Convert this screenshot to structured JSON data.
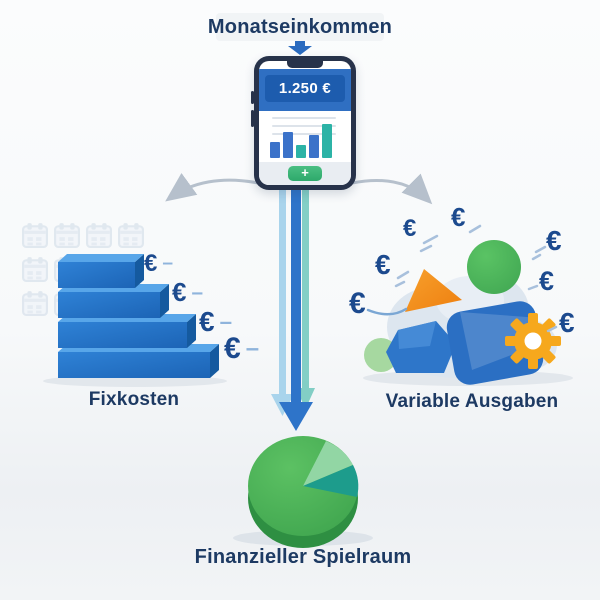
{
  "title": "Monatseinkommen",
  "phone": {
    "amount": "1.250 €",
    "add_button": "+"
  },
  "fixkosten": {
    "label": "Fixkosten",
    "euro": "€",
    "dash": "–"
  },
  "variable": {
    "label": "Variable Ausgaben",
    "euro": "€"
  },
  "spielraum": {
    "label": "Finanzieller Spielraum"
  },
  "colors": {
    "navy_text": "#1d3a63",
    "euro_blue": "#1c4a8e",
    "bar_blue": "#2470c4",
    "bar_top": "#58a6e9",
    "bar_side": "#155a9f",
    "arrow_dark_blue": "#2e74c9",
    "arrow_light_blue": "#a9d4ec",
    "arrow_teal": "#7cccc3",
    "curved_arrow_gray": "#b6c0cc",
    "phone_frame": "#27324a",
    "phone_header": "#2f6fc2",
    "amount_banner": "#1d5cae",
    "plus_green": "#3cb878",
    "pie_green": "#43a84e",
    "pie_mint": "#92d6a4",
    "pie_teal": "#1d9c8c",
    "triangle_orange": "#f08c1e",
    "gear_yellow": "#f6a81d",
    "green_circle": "#4cb45c",
    "cloud_gray": "#dde6ef"
  },
  "chart_data": [
    {
      "type": "pie",
      "title": "Finanzieller Spielraum",
      "slices": [
        {
          "label": "",
          "value": 74,
          "color": "#43a84e"
        },
        {
          "label": "",
          "value": 12,
          "color": "#92d6a4"
        },
        {
          "label": "",
          "value": 14,
          "color": "#1d9c8c"
        }
      ],
      "unit": "percent (estimated, slices unlabeled in image)"
    },
    {
      "type": "bar",
      "title": "phone mini chart",
      "values": [
        16,
        26,
        13,
        23,
        34
      ],
      "colors": [
        "#3b72c9",
        "#3b72c9",
        "#2cb3a6",
        "#3b72c9",
        "#2cb3a6"
      ]
    }
  ]
}
